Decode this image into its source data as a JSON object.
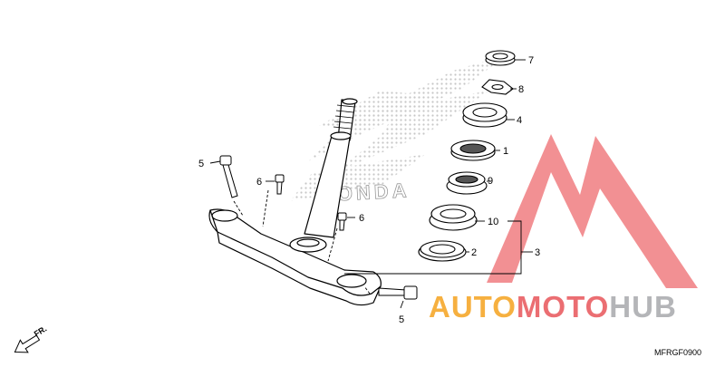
{
  "callouts": [
    {
      "id": "c7",
      "label": "7"
    },
    {
      "id": "c8",
      "label": "8"
    },
    {
      "id": "c4",
      "label": "4"
    },
    {
      "id": "c1",
      "label": "1"
    },
    {
      "id": "c9",
      "label": "9"
    },
    {
      "id": "c10",
      "label": "10"
    },
    {
      "id": "c2",
      "label": "2"
    },
    {
      "id": "c3",
      "label": "3"
    },
    {
      "id": "c5a",
      "label": "5"
    },
    {
      "id": "c6a",
      "label": "6"
    },
    {
      "id": "c6b",
      "label": "6"
    },
    {
      "id": "c5b",
      "label": "5"
    }
  ],
  "watermark": {
    "brand_text": "HONDA",
    "logo_text_1": "AUTO",
    "logo_text_2": "MOTO",
    "logo_text_3": "HUB",
    "color_red": "#e8555a",
    "color_orange": "#f5a31f",
    "color_gray": "#a7a9ac"
  },
  "direction_label": "FR.",
  "diagram_code": "MFRGF0900",
  "icons": [
    "front-direction-arrow-icon",
    "automotohub-logo-icon"
  ]
}
